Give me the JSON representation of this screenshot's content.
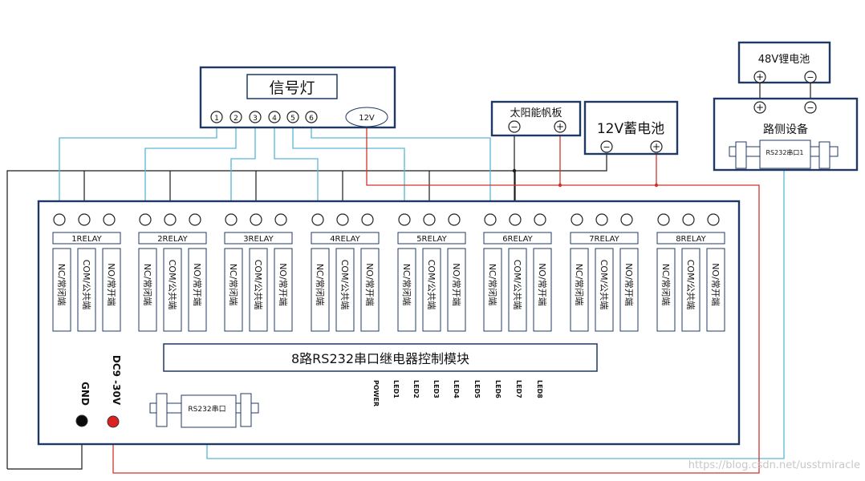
{
  "signal_light": {
    "title": "信号灯",
    "terminals": [
      "1",
      "2",
      "3",
      "4",
      "5",
      "6"
    ],
    "voltage": "12V"
  },
  "solar_panel": {
    "title": "太阳能帆板",
    "minus": "−",
    "plus": "+"
  },
  "battery_12v": {
    "title": "12V蓄电池",
    "minus": "−",
    "plus": "+"
  },
  "battery_48v": {
    "title": "48V锂电池",
    "minus": "−",
    "plus": "+"
  },
  "roadside": {
    "title": "路侧设备",
    "plus": "+",
    "minus": "−",
    "port": "RS232串口1"
  },
  "module": {
    "title": "8路RS232串口继电器控制模块",
    "relays": [
      "1RELAY",
      "2RELAY",
      "3RELAY",
      "4RELAY",
      "5RELAY",
      "6RELAY",
      "7RELAY",
      "8RELAY"
    ],
    "contacts": [
      "NC/常闭端",
      "COM/公共端",
      "NO/常开端"
    ],
    "gnd": "GND",
    "dc": "DC9 -30V",
    "port": "RS232串口",
    "leds": [
      "POWER",
      "LED1",
      "LED2",
      "LED3",
      "LED4",
      "LED5",
      "LED6",
      "LED7",
      "LED8"
    ]
  },
  "watermark": "https://blog.csdn.net/usstmiracle",
  "colors": {
    "border": "#1f3864",
    "wire_black": "#1a1a1a",
    "wire_blue": "#59b6d6",
    "wire_red": "#d2322d"
  }
}
